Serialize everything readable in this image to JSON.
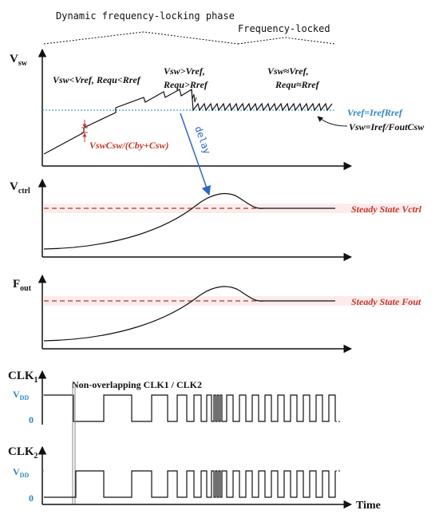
{
  "phases": {
    "dynamic": "Dynamic frequency-locking phase",
    "locked": "Frequency-locked"
  },
  "axes": {
    "vsw": "V",
    "vsw_sub": "sw",
    "vctrl": "V",
    "vctrl_sub": "ctrl",
    "fout": "F",
    "fout_sub": "out",
    "clk1": "CLK",
    "clk1_sub": "1",
    "clk2": "CLK",
    "clk2_sub": "2",
    "time": "Time",
    "vdd": "V",
    "vdd_sub": "DD",
    "zero": "0"
  },
  "annotations": {
    "region1_line1": "V",
    "region1_text": "Vsw<Vref, Requ<Rref",
    "region2_line1": "Vsw>Vref,",
    "region2_line2": "Requ>Rref",
    "region3_line1": "Vsw≈Vref,",
    "region3_line2": "Requ≈Rref",
    "vref_eq": "Vref=IrefRref",
    "vsw_eq": "Vsw=Iref/FoutCsw",
    "step_eq": "VswCsw/(Cby+Csw)",
    "delay": "delay",
    "steady_vctrl": "Steady State Vctrl",
    "steady_fout": "Steady State Fout",
    "nonoverlap": "Non-overlapping CLK1 / CLK2"
  },
  "colors": {
    "accent_red": "#c0392b",
    "accent_blue": "#2e86c1",
    "axis": "#111111"
  }
}
